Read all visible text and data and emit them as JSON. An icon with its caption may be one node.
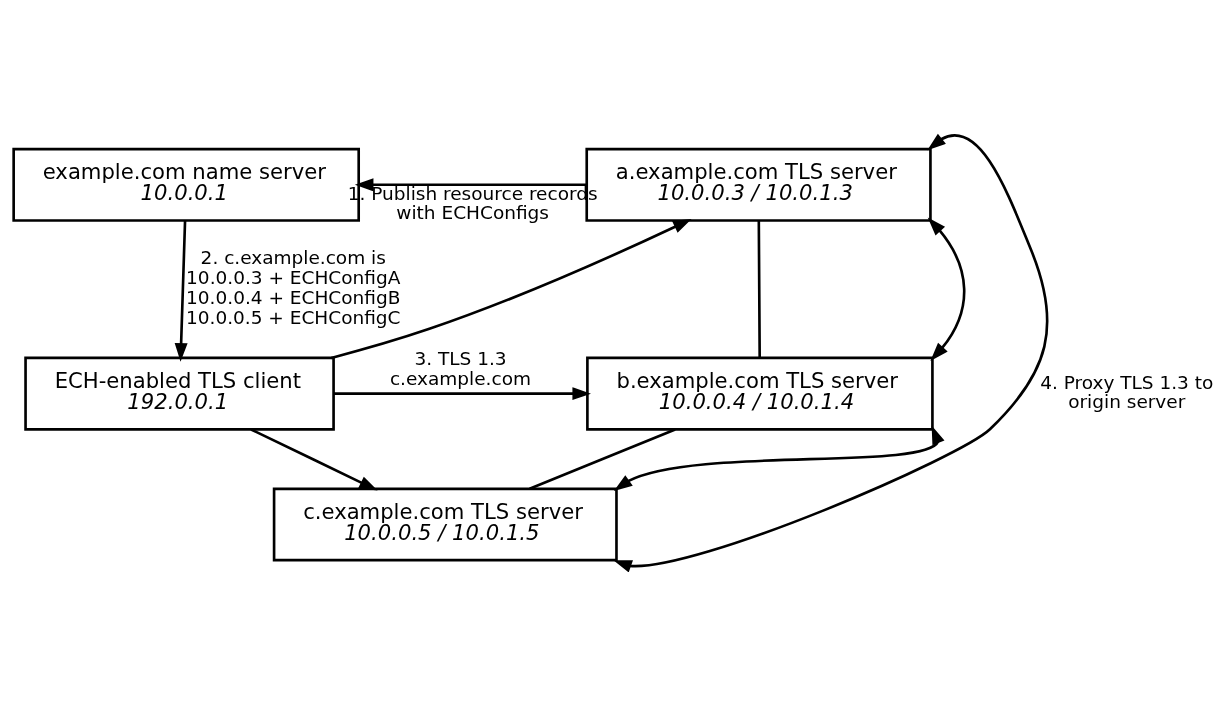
{
  "diagram": {
    "nodes": [
      {
        "text": [
          "example.com name server",
          "10.0.0.1"
        ]
      },
      {
        "text": [
          "ECH-enabled TLS client",
          "192.0.0.1"
        ]
      },
      {
        "text": [
          "a.example.com TLS server",
          "10.0.0.3 / 10.0.1.3"
        ]
      },
      {
        "text": [
          "b.example.com TLS server",
          "10.0.0.4 / 10.0.1.4"
        ]
      },
      {
        "text": [
          "c.example.com TLS server",
          "10.0.0.5 / 10.0.1.5"
        ]
      }
    ],
    "edges": [
      {
        "from": 2,
        "to": 0,
        "arrow": "to",
        "label": "1. Publish resource records with ECHConfigs"
      },
      {
        "from": 0,
        "to": 1,
        "arrow": "to",
        "label": "2. c.example.com is 10.0.0.3 + ECHConfigA 10.0.0.4 + ECHConfigB 10.0.0.5 + ECHConfigC"
      },
      {
        "from": 1,
        "to": 2,
        "arrow": "to"
      },
      {
        "from": 1,
        "to": 3,
        "arrow": "to",
        "label": "3. TLS 1.3 c.example.com"
      },
      {
        "from": 1,
        "to": 4,
        "arrow": "to"
      },
      {
        "from": 2,
        "to": 3,
        "arrow": "none"
      },
      {
        "from": 3,
        "to": 4,
        "arrow": "none"
      },
      {
        "from": 2,
        "to": 3,
        "arrow": "both"
      },
      {
        "from": 3,
        "to": 4,
        "arrow": "both"
      },
      {
        "from": 2,
        "to": 4,
        "arrow": "both",
        "label": "4. Proxy TLS 1.3 to origin server"
      }
    ]
  }
}
